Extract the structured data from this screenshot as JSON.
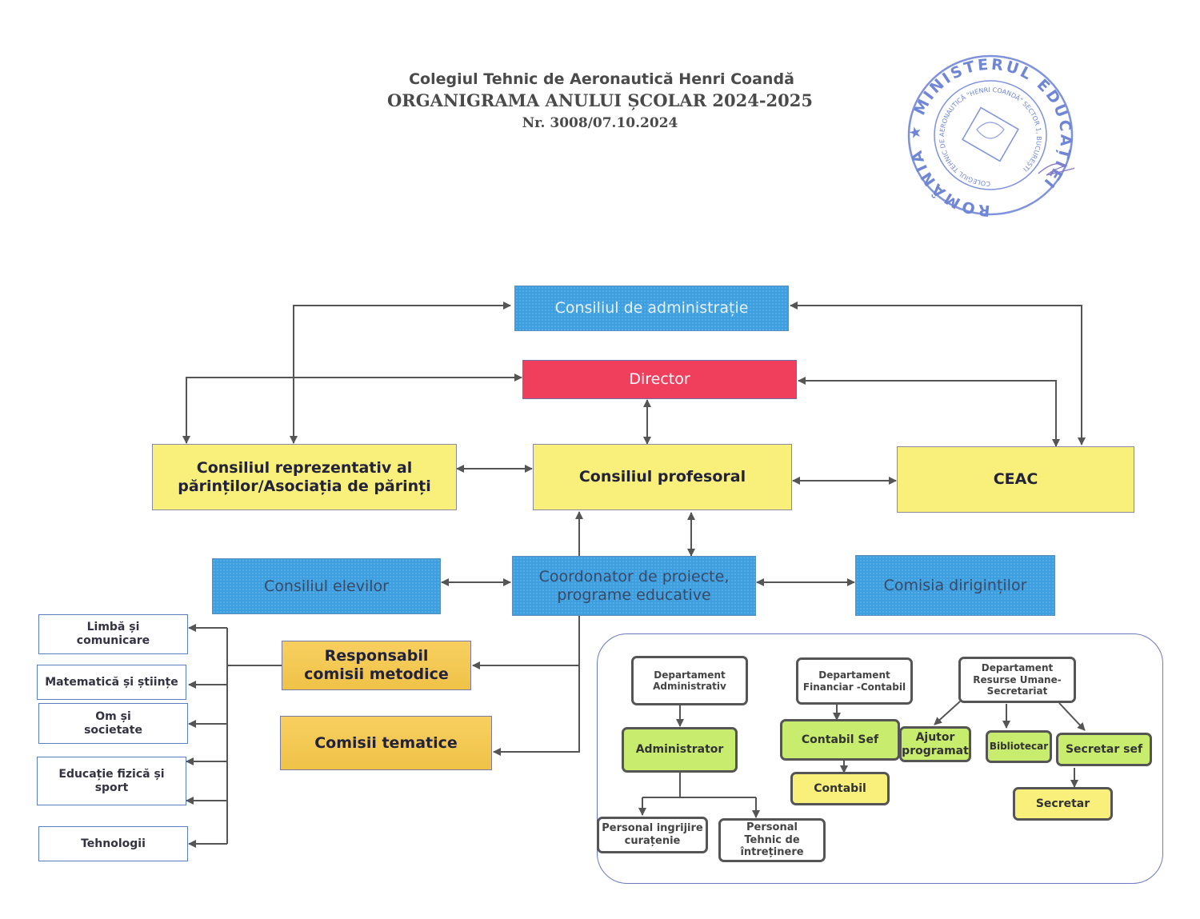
{
  "header": {
    "institution": "Colegiul Tehnic de Aeronautică Henri Coandă",
    "title": "ORGANIGRAMA ANULUI ȘCOLAR 2024-2025",
    "number": "Nr. 3008/07.10.2024"
  },
  "stamp": {
    "outer_text": "ROMÂNIA ★ MINISTERUL EDUCAȚIEI",
    "inner_text": "COLEGIUL TEHNIC DE AERONAUTICĂ \"HENRI COANDĂ\" SECTOR 1, BUCUREȘTI",
    "color": "#6f86d6"
  },
  "colors": {
    "blue": "#3d9fe0",
    "red": "#ef3f5c",
    "yellow": "#f8f07a",
    "orange": "#f7c94a",
    "green": "#c8ec6e",
    "connector": "#555555"
  },
  "nodes": {
    "consiliul_administratie": "Consiliul de administrație",
    "director": "Director",
    "consiliul_parinti": "Consiliul reprezentativ al părinților/Asociația de părinți",
    "consiliul_profesoral": "Consiliul profesoral",
    "ceac": "CEAC",
    "consiliul_elevilor": "Consiliul elevilor",
    "coordonator": "Coordonator de proiecte, programe educative",
    "comisia_dirigintilor": "Comisia diriginților",
    "responsabil_comisii": "Responsabil comisii metodice",
    "comisii_tematice": "Comisii tematice"
  },
  "arii_curriculare": [
    "Limbă și comunicare",
    "Matematică și științe",
    "Om și societate",
    "Educație fizică și sport",
    "Tehnologii"
  ],
  "departments": {
    "administrativ": {
      "title": "Departament Administrativ",
      "head": "Administrator",
      "staff": [
        "Personal ingrijire curațenie",
        "Personal Tehnic de întreținere"
      ]
    },
    "financiar": {
      "title": "Departament Financiar -Contabil",
      "head": "Contabil Sef",
      "staff": [
        "Contabil"
      ]
    },
    "resurse_umane": {
      "title": "Departament Resurse Umane-Secretariat",
      "roles": [
        "Ajutor programat",
        "Bibliotecar",
        "Secretar sef"
      ],
      "staff": [
        "Secretar"
      ]
    }
  }
}
